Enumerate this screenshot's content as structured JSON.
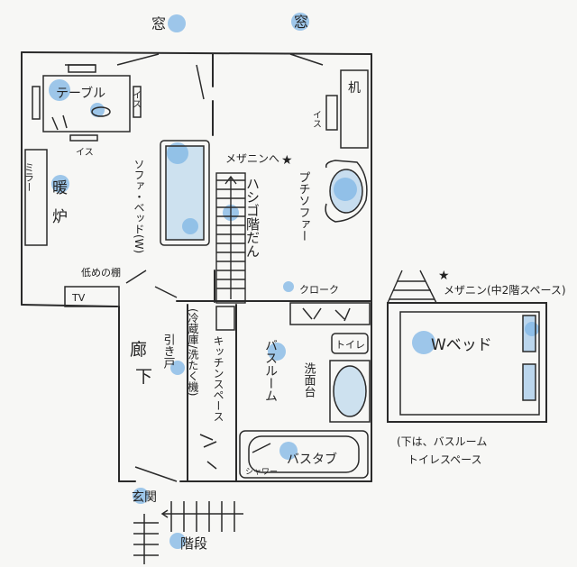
{
  "labels": {
    "window_left": "窓",
    "window_right": "窓",
    "table": "テーブル",
    "chair_right": "イス",
    "chair_bottom": "イス",
    "mirror": "ミラー",
    "fireplace_1": "暖",
    "fireplace_2": "炉",
    "sofa_bed": "ソファ・ベッド(W)",
    "low_shelf": "低めの棚",
    "tv": "TV",
    "desk": "机",
    "chair_desk": "イス",
    "mezzanine_arrow": "メザニンへ",
    "ladder_stairs": "ハシゴ階だん",
    "petit_sofa": "プチソファー",
    "closet": "クローク",
    "toilet": "トイレ",
    "corridor_1": "廊",
    "corridor_2": "下",
    "sliding_door": "引き戸",
    "kitchen_space": "キッチンスペース",
    "fridge_laundry": "(冷蔵庫/洗たく機)",
    "bathroom": "バスルーム",
    "washbasin": "洗面台",
    "bathtub": "バスタブ",
    "shower": "シャワー",
    "entrance": "玄関",
    "stairs": "階段",
    "mezzanine_title": "メザニン(中2階スペース)",
    "w_bed": "Wベッド",
    "mezzanine_note_1": "(下は、バスルーム",
    "mezzanine_note_2": "トイレスペース"
  },
  "colors": {
    "ink": "#2a2a2a",
    "blue_wash": "#7fb6e6",
    "blue_spot": "#6aaee8",
    "paper": "#f7f7f5"
  }
}
